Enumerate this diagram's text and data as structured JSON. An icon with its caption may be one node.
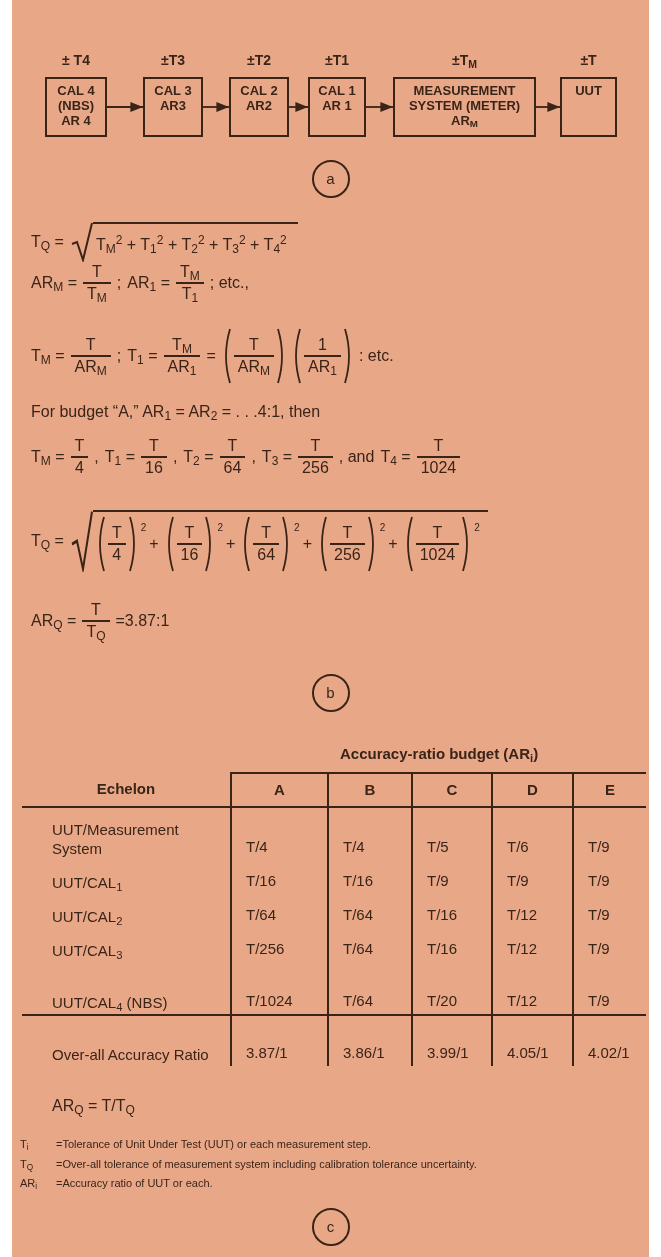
{
  "diagram": {
    "nodes": [
      {
        "text": [
          "CAL 4 (NBS) AR 4"
        ],
        "beside": [
          "± T4"
        ]
      },
      {
        "text": [
          "CAL 3 AR3"
        ],
        "beside": [
          "±T3"
        ]
      },
      {
        "text": [
          "CAL 2 AR2"
        ],
        "beside": [
          "±T2"
        ]
      },
      {
        "text": [
          "CAL 1 AR 1"
        ],
        "beside": [
          "±T1"
        ]
      },
      {
        "text": [
          "MEASUREMENT SYSTEM (METER) AR$_{M}$"
        ],
        "beside": [
          "±T$_{M}$"
        ]
      },
      {
        "text": [
          "UUT"
        ],
        "beside": [
          "±T"
        ]
      }
    ],
    "edges": [
      {
        "from": 0,
        "to": 1,
        "arrow": "to"
      },
      {
        "from": 1,
        "to": 2,
        "arrow": "to"
      },
      {
        "from": 2,
        "to": 3,
        "arrow": "to"
      },
      {
        "from": 3,
        "to": 4,
        "arrow": "to"
      },
      {
        "from": 4,
        "to": 5,
        "arrow": "to"
      }
    ],
    "labels": [
      "a",
      "T$_{Q}$ =",
      "T$_{M}$$^{2}$ + T$_{1}$$^{2}$ + T$_{2}$$^{2}$ + T$_{3}$$^{2}$ + T$_{4}$$^{2}$",
      "AR$_{M}$ =",
      "T",
      "T$_{M}$",
      ";",
      "AR$_{1}$ =",
      "T$_{M}$",
      "T$_{1}$",
      "; etc.,",
      "T$_{M}$ =",
      "T",
      "AR$_{M}$",
      ";",
      "T$_{1}$ =",
      "T$_{M}$",
      "AR$_{1}$",
      "=",
      "T",
      "AR$_{M}$",
      "1",
      "AR$_{1}$",
      ": etc.",
      "For budget “A,” AR$_{1}$ = AR$_{2}$ = . . .4:1, then",
      "T$_{M}$ =",
      "T",
      "4",
      ",",
      "T$_{1}$ =",
      "T",
      "16",
      ",",
      "T$_{2}$ =",
      "T",
      "64",
      ",",
      "T$_{3}$ =",
      "T",
      "256",
      ", and",
      "T$_{4}$ =",
      "T",
      "1024",
      "T$_{Q}$ =",
      "T",
      "4",
      "2",
      "+",
      "T",
      "16",
      "2",
      "+",
      "T",
      "64",
      "2",
      "+",
      "T",
      "256",
      "2",
      "+",
      "T",
      "1024",
      "2",
      "AR$_{Q}$ =",
      "T",
      "T$_{Q}$",
      "=3.87:1",
      "b",
      "Accuracy-ratio budget (AR$_{i}$)",
      "Echelon",
      "A",
      "B",
      "C",
      "D",
      "E",
      "UUT/Measurement System",
      "T/4",
      "T/4",
      "T/5",
      "T/6",
      "T/9",
      "UUT/CAL$_{1}$",
      "T/16",
      "T/16",
      "T/9",
      "T/9",
      "T/9",
      "UUT/CAL$_{2}$",
      "T/64",
      "T/64",
      "T/16",
      "T/12",
      "T/9",
      "UUT/CAL$_{3}$",
      "T/256",
      "T/64",
      "T/16",
      "T/12",
      "T/9",
      "UUT/CAL$_{4}$ (NBS)",
      "T/1024",
      "T/64",
      "T/20",
      "T/12",
      "T/9",
      "Over-all Accuracy Ratio",
      "3.87/1",
      "3.86/1",
      "3.99/1",
      "4.05/1",
      "4.02/1",
      "AR$_{Q}$ = T/T$_{Q}$",
      "T$_{i}$",
      "=Tolerance of Unit Under Test (UUT) or each measurement step.",
      "T$_{Q}$",
      "=Over-all tolerance of measurement system including calibration tolerance uncertainty.",
      "AR$_{i}$",
      "=Accuracy ratio of UUT or each.",
      "c"
    ]
  }
}
